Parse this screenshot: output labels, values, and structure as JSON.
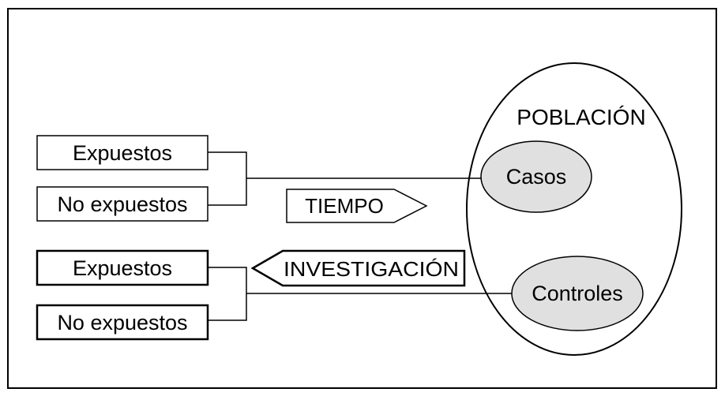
{
  "diagram": {
    "population_label": "POBLACIÓN",
    "cases_label": "Casos",
    "controls_label": "Controles",
    "time_label": "TIEMPO",
    "investigation_label": "INVESTIGACIÓN",
    "cases_group": {
      "exposed_label": "Expuestos",
      "unexposed_label": "No expuestos"
    },
    "controls_group": {
      "exposed_label": "Expuestos",
      "unexposed_label": "No expuestos"
    }
  },
  "colors": {
    "line": "#000000",
    "background": "#ffffff",
    "group_fill": "#e0e0e0"
  }
}
